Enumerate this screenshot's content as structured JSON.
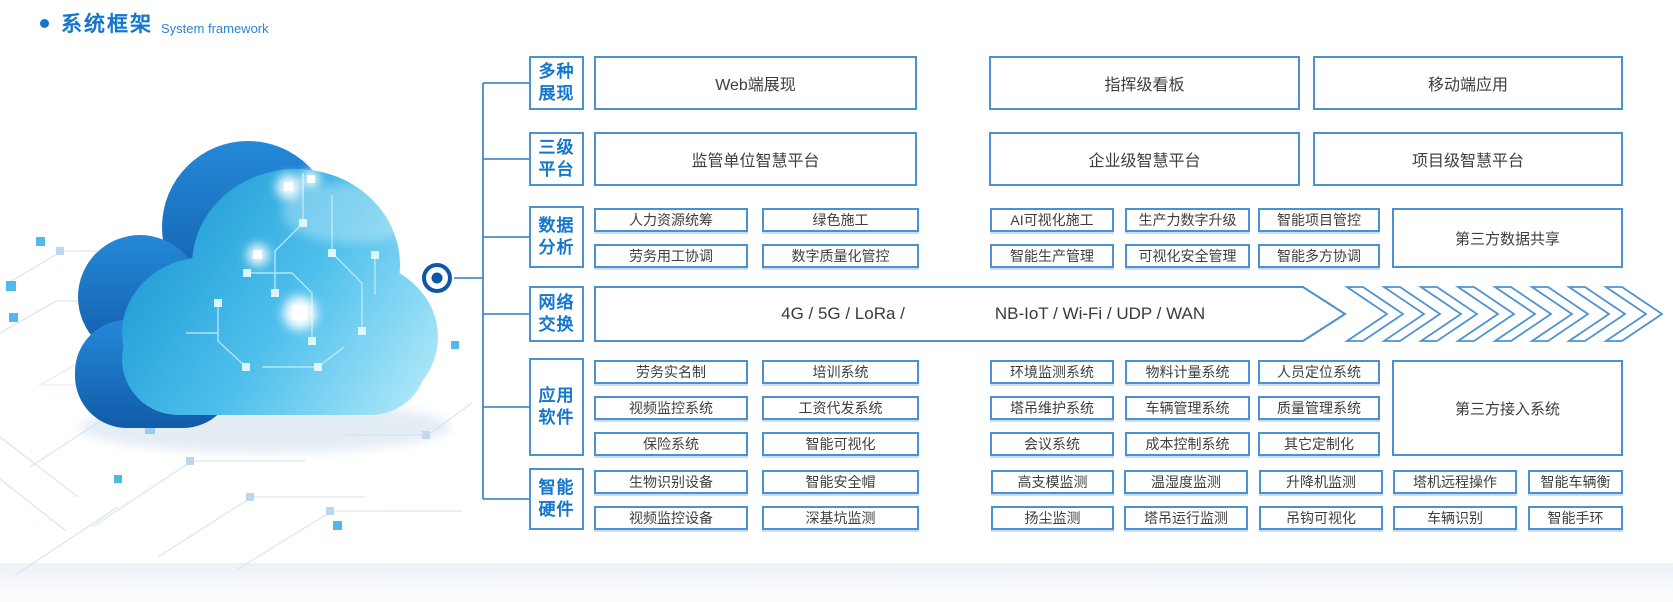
{
  "title": {
    "zh": "系统框架",
    "en": "System framework"
  },
  "rows": {
    "display": {
      "label": "多种展现",
      "b1": "Web端展现",
      "b2": "指挥级看板",
      "b3": "移动端应用"
    },
    "platform": {
      "label": "三级平台",
      "b1": "监管单位智慧平台",
      "b2": "企业级智慧平台",
      "b3": "项目级智慧平台"
    },
    "data": {
      "label": "数据分析",
      "a1": "人力资源统筹",
      "a2": "绿色施工",
      "a3": "劳务用工协调",
      "a4": "数字质量化管控",
      "b1": "AI可视化施工",
      "b2": "生产力数字升级",
      "b3": "智能项目管控",
      "b4": "智能生产管理",
      "b5": "可视化安全管理",
      "b6": "智能多方协调",
      "big": "第三方数据共享"
    },
    "network": {
      "label": "网络交换",
      "t1": "4G / 5G / LoRa /",
      "t2": "NB-IoT / Wi-Fi / UDP / WAN"
    },
    "apps": {
      "label": "应用软件",
      "a1": "劳务实名制",
      "a2": "培训系统",
      "a3": "视频监控系统",
      "a4": "工资代发系统",
      "a5": "保险系统",
      "a6": "智能可视化",
      "b1": "环境监测系统",
      "b2": "物料计量系统",
      "b3": "人员定位系统",
      "b4": "塔吊维护系统",
      "b5": "车辆管理系统",
      "b6": "质量管理系统",
      "b7": "会议系统",
      "b8": "成本控制系统",
      "b9": "其它定制化",
      "big": "第三方接入系统"
    },
    "hardware": {
      "label": "智能硬件",
      "a1": "生物识别设备",
      "a2": "智能安全帽",
      "a3": "视频监控设备",
      "a4": "深基坑监测",
      "b1": "高支模监测",
      "b2": "温湿度监测",
      "b3": "升降机监测",
      "b4": "塔机远程操作",
      "b5": "智能车辆衡",
      "b6": "扬尘监测",
      "b7": "塔吊运行监测",
      "b8": "吊钩可视化",
      "b9": "车辆识别",
      "b10": "智能手环"
    }
  },
  "colors": {
    "accent": "#1476cc",
    "border": "#4a90d2",
    "text": "#3e3e3e",
    "cloud_dark": "#115ba9",
    "cloud_light": "#4fc0ec"
  }
}
